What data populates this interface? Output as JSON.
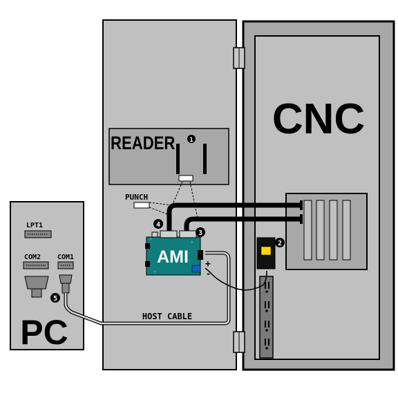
{
  "cabinet": {
    "cnc_label": "CNC",
    "reader_label": "READER",
    "punch_label": "PUNCH"
  },
  "pc": {
    "label": "PC",
    "ports": {
      "lpt1": "LPT1",
      "com2": "COM2",
      "com1": "COM1"
    }
  },
  "ami": {
    "label": "AMI",
    "plus": "+",
    "minus": "-"
  },
  "cable": {
    "host_label": "HOST CABLE"
  },
  "callouts": [
    "1",
    "2",
    "3",
    "4",
    "5"
  ],
  "colors": {
    "cabinet_gray": "#c0c0c0",
    "panel_gray": "#a8a8a8",
    "board_teal": "#107c7c",
    "cable_black": "#000000"
  }
}
